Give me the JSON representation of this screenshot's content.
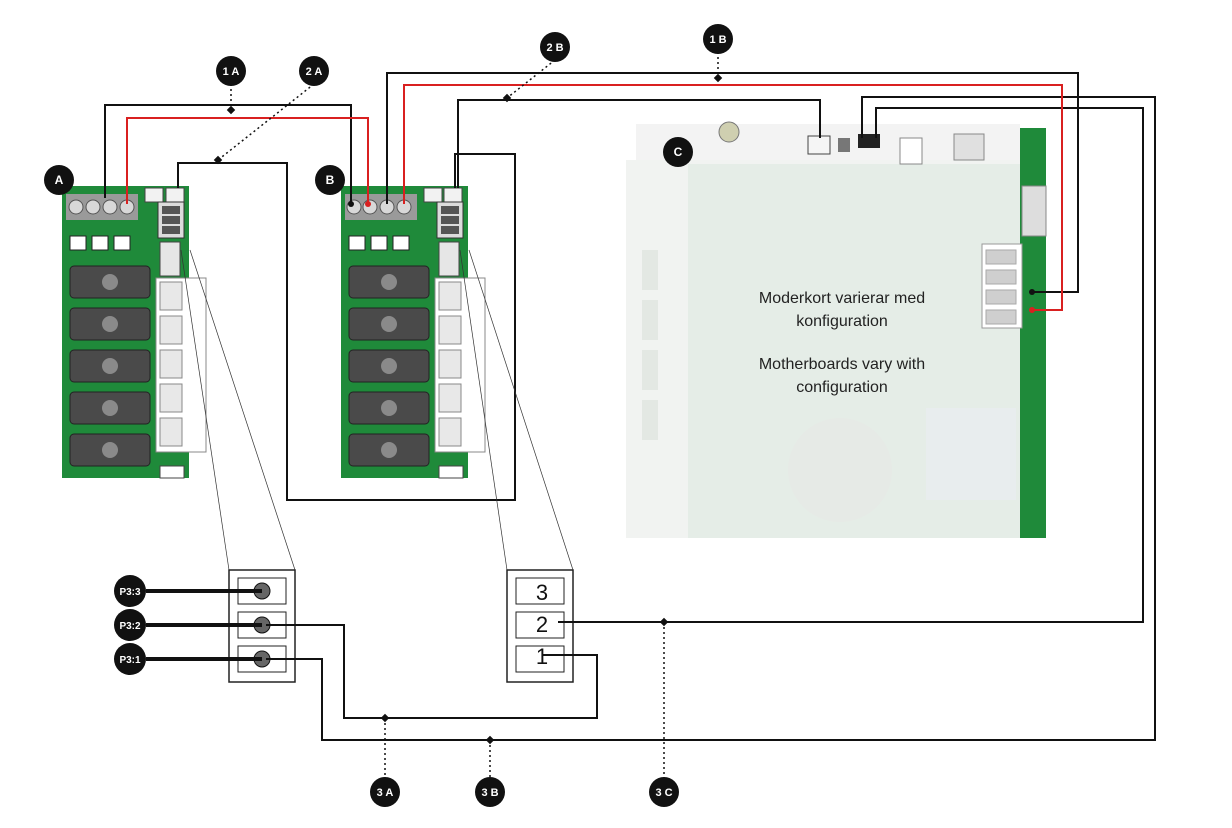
{
  "diagram": {
    "boards": [
      {
        "id": "board-a",
        "label": "A"
      },
      {
        "id": "board-b",
        "label": "B"
      },
      {
        "id": "board-c",
        "label": "C"
      }
    ],
    "callouts": {
      "c1a": "1 A",
      "c2a": "2 A",
      "c2b": "2 B",
      "c1b": "1 B",
      "c3a": "3 A",
      "c3b": "3 B",
      "c3c": "3 C"
    },
    "pins": {
      "p33": "P3:3",
      "p32": "P3:2",
      "p31": "P3:1"
    },
    "connector_numbers": {
      "n3": "3",
      "n2": "2",
      "n1": "1"
    },
    "motherboard_note": {
      "sv_line1": "Moderkort varierar med",
      "sv_line2": "konfiguration",
      "en_line1": "Motherboards vary with",
      "en_line2": "configuration"
    },
    "colors": {
      "pcb_green": "#1f8a3a",
      "wire_black": "#111111",
      "wire_red": "#d92020",
      "label_bg": "#111111"
    }
  }
}
